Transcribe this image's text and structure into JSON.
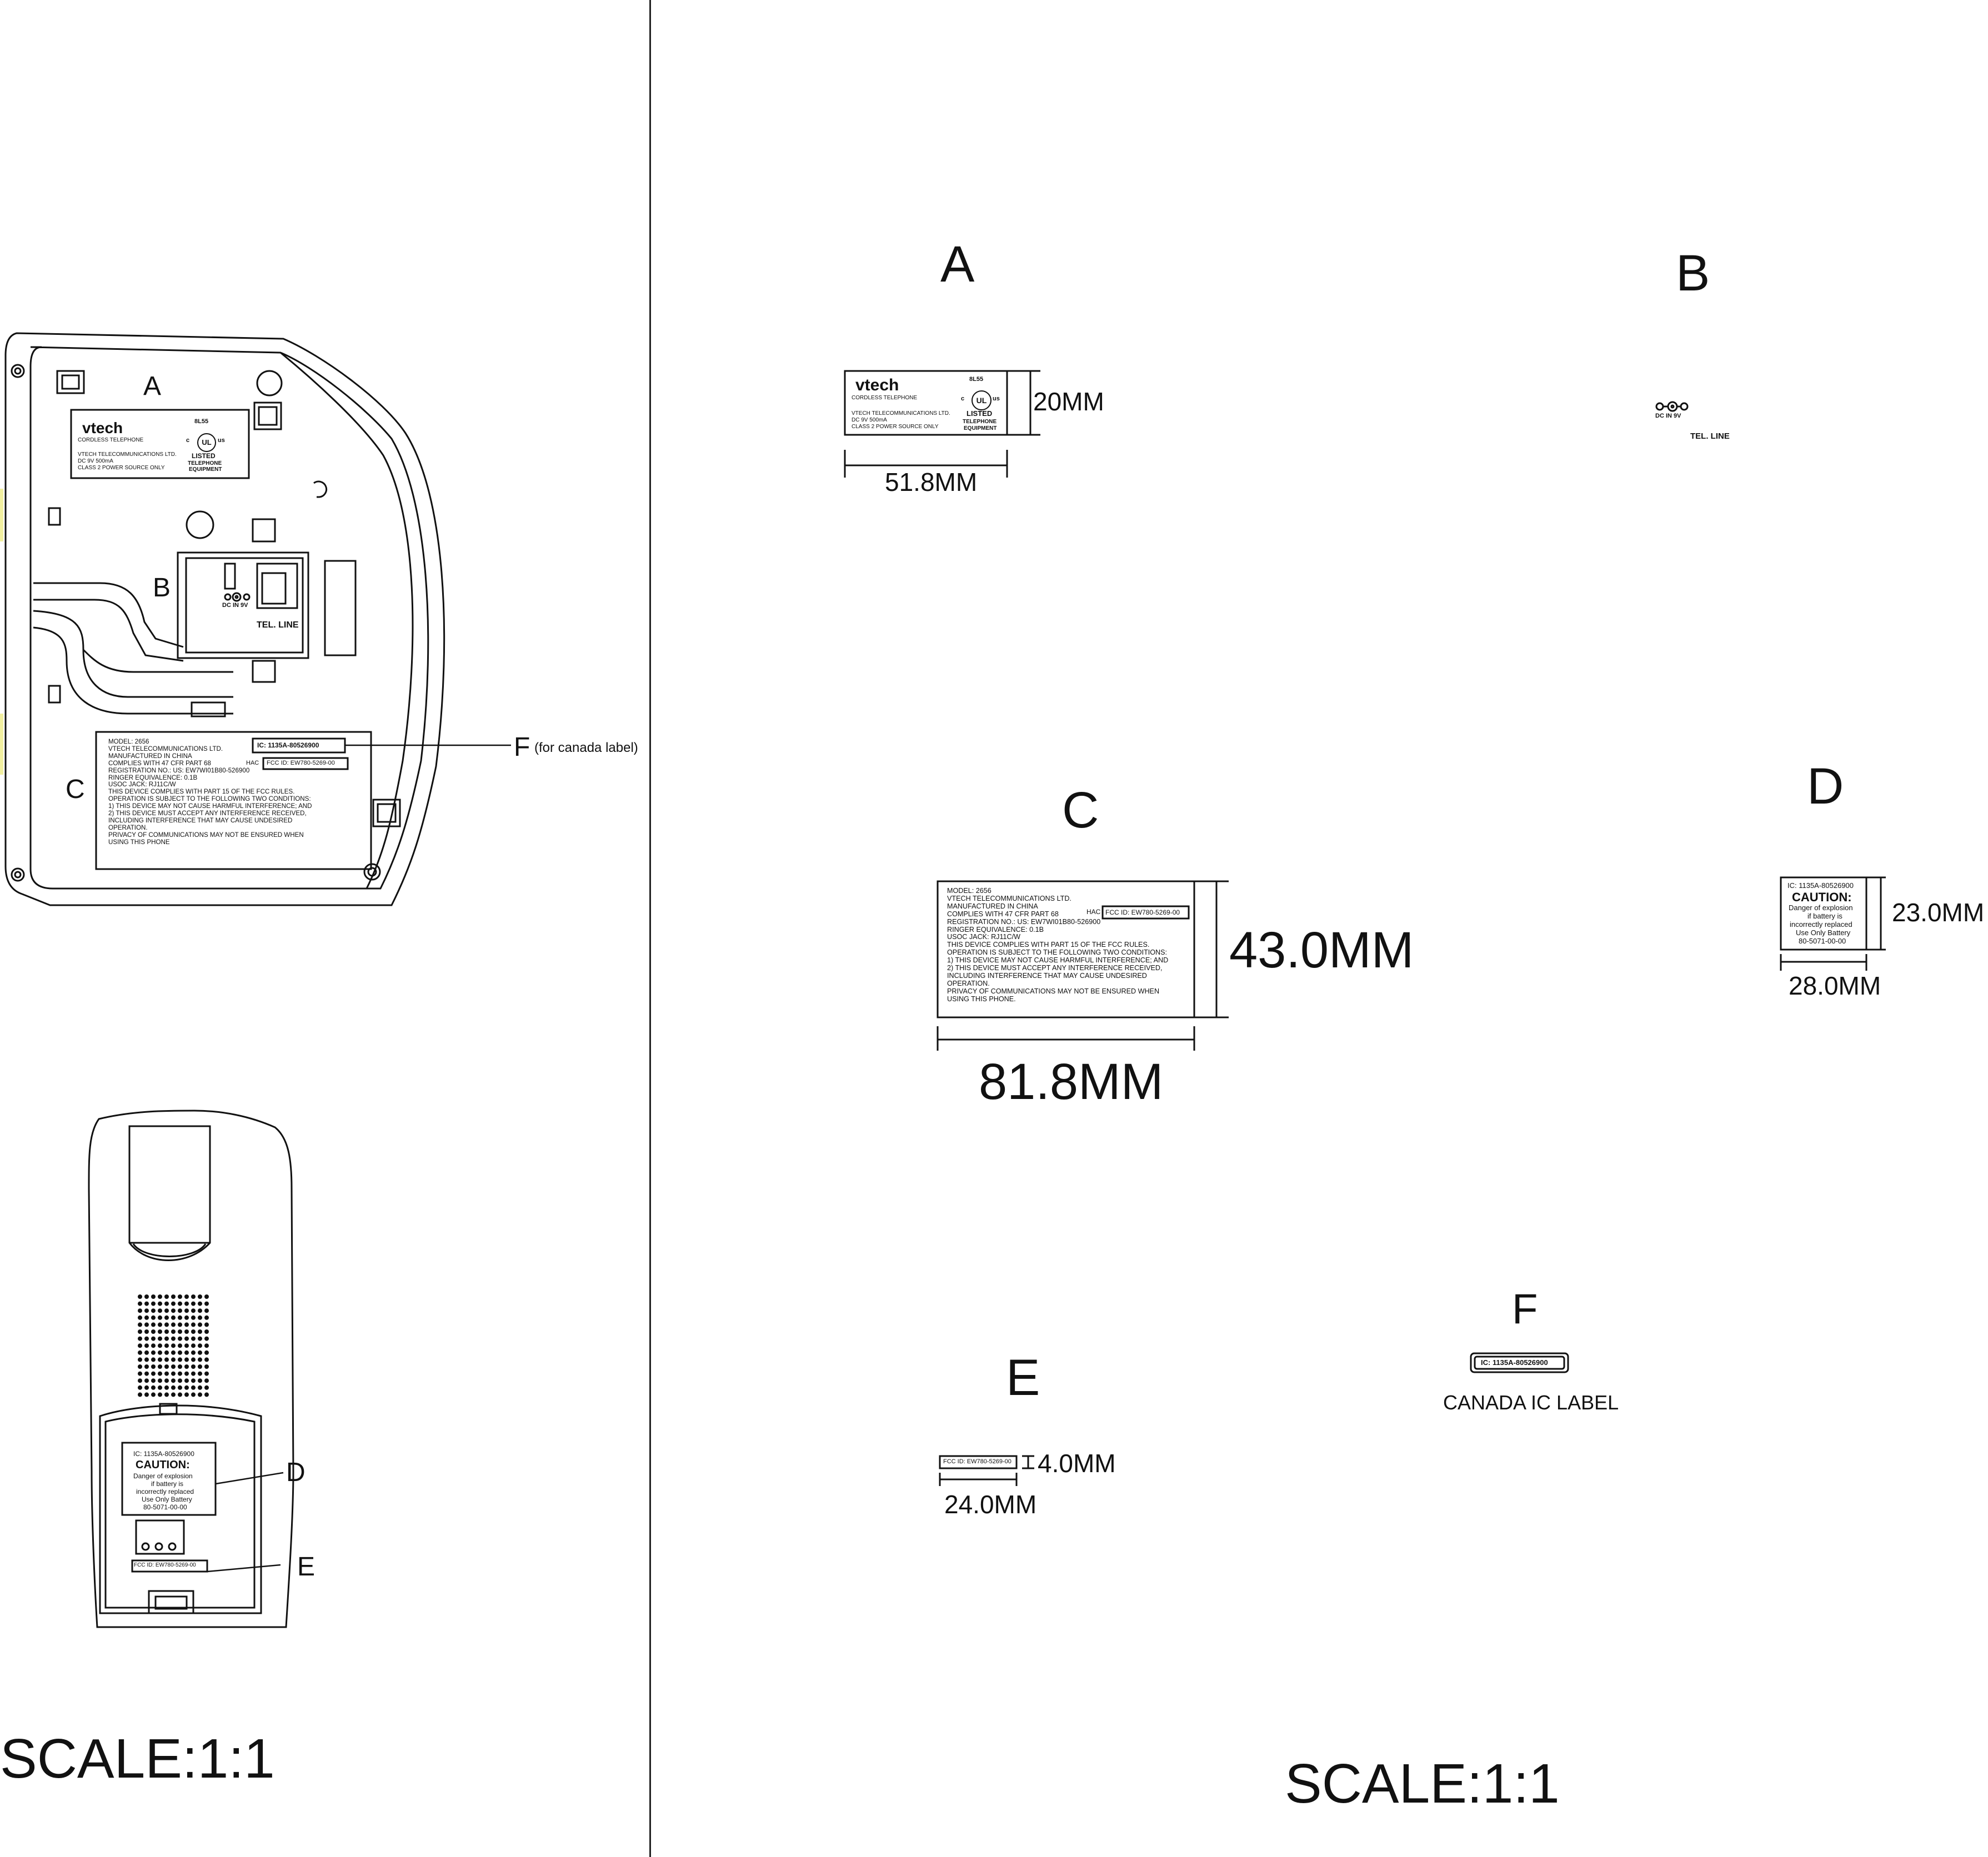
{
  "left": {
    "callouts": {
      "A": "A",
      "B": "B",
      "C": "C",
      "D": "D",
      "E": "E",
      "F": "F",
      "F_note": "(for canada label)"
    },
    "base_label_a": {
      "brand": "vtech",
      "line1": "CORDLESS TELEPHONE",
      "line2": "VTECH TELECOMMUNICATIONS LTD.",
      "line3": "DC 9V 500mA",
      "line4": "CLASS 2 POWER SOURCE ONLY",
      "ul_top": "8L55",
      "ul_c": "c",
      "ul_us": "us",
      "ul_mid": "UL",
      "listed": "LISTED",
      "equip1": "TELEPHONE",
      "equip2": "EQUIPMENT"
    },
    "jack": {
      "dc": "DC IN 9V",
      "tel": "TEL. LINE"
    },
    "label_c": {
      "lines": [
        "MODEL: 2656",
        "VTECH TELECOMMUNICATIONS LTD.",
        "MANUFACTURED IN CHINA",
        "COMPLIES WITH 47 CFR PART 68",
        "REGISTRATION NO.: US: EW7WI01B80-526900",
        "RINGER EQUIVALENCE: 0.1B",
        "USOC JACK: RJ11C/W",
        "THIS DEVICE COMPLIES WITH PART 15 OF THE FCC RULES.",
        "OPERATION IS SUBJECT TO THE FOLLOWING TWO CONDITIONS:",
        "1) THIS DEVICE MAY NOT CAUSE HARMFUL INTERFERENCE; AND",
        "2) THIS DEVICE MUST ACCEPT ANY INTERFERENCE RECEIVED,",
        "INCLUDING INTERFERENCE THAT MAY CAUSE UNDESIRED",
        "OPERATION.",
        "PRIVACY OF COMMUNICATIONS MAY NOT BE ENSURED WHEN",
        "USING THIS PHONE"
      ],
      "ic": "IC: 1135A-80526900",
      "hac": "HAC",
      "fcc": "FCC ID: EW780-5269-00"
    },
    "label_d": {
      "ic": "IC: 1135A-80526900",
      "caution": "CAUTION:",
      "l1": "Danger of explosion",
      "l2": "if battery is",
      "l3": "incorrectly replaced",
      "l4": "Use Only Battery",
      "l5": "80-5071-00-00"
    },
    "label_e": "FCC ID: EW780-5269-00",
    "scale": "SCALE:1:1"
  },
  "right": {
    "headings": {
      "A": "A",
      "B": "B",
      "C": "C",
      "D": "D",
      "E": "E",
      "F": "F"
    },
    "label_a": {
      "brand": "vtech",
      "line1": "CORDLESS TELEPHONE",
      "line2": "VTECH TELECOMMUNICATIONS LTD.",
      "line3": "DC 9V 500mA",
      "line4": "CLASS 2 POWER SOURCE ONLY",
      "ul_top": "8L55",
      "ul_c": "c",
      "ul_us": "us",
      "ul_mid": "UL",
      "listed": "LISTED",
      "equip1": "TELEPHONE",
      "equip2": "EQUIPMENT",
      "h": "20MM",
      "w": "51.8MM"
    },
    "jack_b": {
      "dc": "DC IN 9V",
      "tel": "TEL. LINE"
    },
    "label_c": {
      "lines": [
        "MODEL: 2656",
        "VTECH TELECOMMUNICATIONS LTD.",
        "MANUFACTURED IN CHINA",
        "COMPLIES WITH 47 CFR PART 68",
        "REGISTRATION NO.: US: EW7WI01B80-526900",
        "RINGER EQUIVALENCE: 0.1B",
        "USOC JACK: RJ11C/W",
        "THIS DEVICE COMPLIES WITH PART 15 OF THE FCC RULES.",
        "OPERATION IS SUBJECT TO THE FOLLOWING TWO CONDITIONS:",
        "1) THIS DEVICE MAY NOT CAUSE HARMFUL INTERFERENCE; AND",
        "2) THIS DEVICE MUST ACCEPT ANY INTERFERENCE RECEIVED,",
        "INCLUDING INTERFERENCE THAT MAY CAUSE UNDESIRED",
        "OPERATION.",
        "PRIVACY OF COMMUNICATIONS MAY NOT BE ENSURED WHEN",
        "USING THIS PHONE."
      ],
      "hac": "HAC",
      "fcc": "FCC ID: EW780-5269-00",
      "h": "43.0MM",
      "w": "81.8MM"
    },
    "label_d": {
      "ic": "IC: 1135A-80526900",
      "caution": "CAUTION:",
      "l1": "Danger of explosion",
      "l2": "if battery is",
      "l3": "incorrectly replaced",
      "l4": "Use Only Battery",
      "l5": "80-5071-00-00",
      "h": "23.0MM",
      "w": "28.0MM"
    },
    "label_e": {
      "text": "FCC ID: EW780-5269-00",
      "h": "4.0MM",
      "w": "24.0MM"
    },
    "label_f": {
      "text": "IC: 1135A-80526900",
      "caption": "CANADA IC LABEL"
    },
    "scale": "SCALE:1:1"
  }
}
